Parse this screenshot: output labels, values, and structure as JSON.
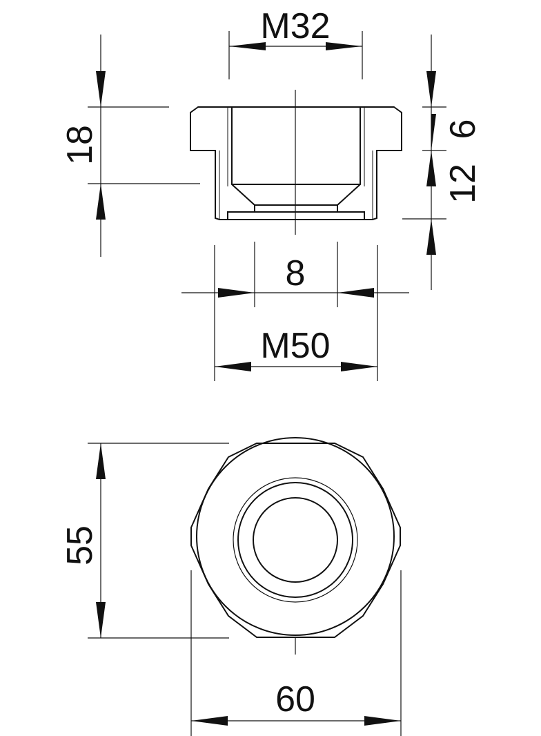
{
  "drawing": {
    "title": "Reducer M50 to M32 technical drawing",
    "views": [
      "section-view",
      "top-view"
    ],
    "dimensions": {
      "inner_thread": "M32",
      "outer_thread": "M50",
      "total_height": "18",
      "flange_height": "6",
      "thread_height": "12",
      "wall_width": "8",
      "across_flats": "55",
      "across_corners": "60"
    },
    "colors": {
      "line": "#111111",
      "background": "#ffffff"
    }
  }
}
